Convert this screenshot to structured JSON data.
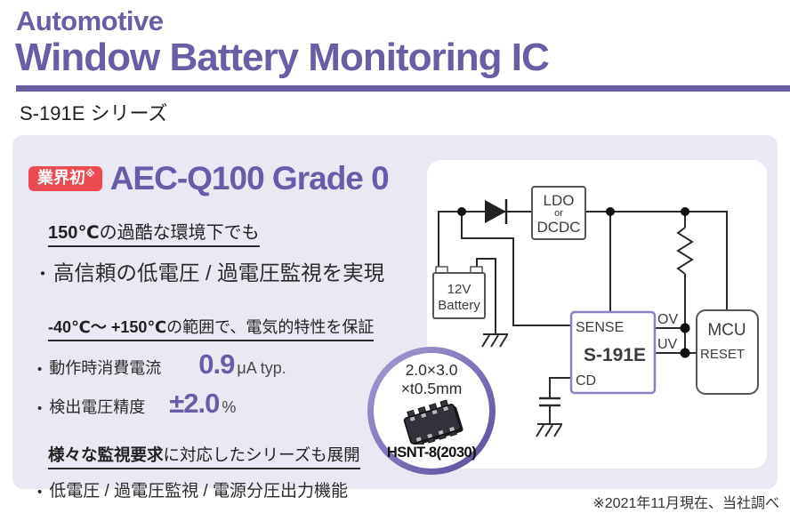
{
  "colors": {
    "accent_purple": "#6A5CA5",
    "headline_purple": "#675CA8",
    "badge_red": "#EA4A50",
    "panel_lavender": "#EAE8F3",
    "ic_border_purple": "#8B80C4"
  },
  "header": {
    "category": "Automotive",
    "title": "Window Battery Monitoring IC",
    "series": "S-191E シリーズ"
  },
  "main": {
    "badge_label": "業界初",
    "badge_sup": "※",
    "headline": "AEC-Q100 Grade 0",
    "feature1": {
      "lead_bold": "150℃",
      "lead_rest": "の過酷な環境下でも",
      "bullet": "・",
      "text": "高信頼の低電圧 / 過電圧監視を実現"
    },
    "feature2": {
      "lead_bold": "-40℃～ +150℃",
      "lead_rest": "の範囲で、電気的特性を保証",
      "specs": [
        {
          "bullet": "●",
          "label": "動作時消費電流",
          "value": "0.9",
          "unit": "μA typ."
        },
        {
          "bullet": "●",
          "label": "検出電圧精度",
          "value": "±2.0",
          "unit": "%"
        }
      ]
    },
    "feature3": {
      "lead_bold": "様々な監視要求",
      "lead_rest": "に対応したシリーズも展開",
      "bullet": "●",
      "text": "低電圧 / 過電圧監視 / 電源分圧出力機能"
    },
    "package": {
      "size_line1": "2.0×3.0",
      "size_line2": "×t0.5mm",
      "name": "HSNT-8(2030)"
    }
  },
  "diagram": {
    "battery_line1": "12V",
    "battery_line2": "Battery",
    "regulator_line1": "LDO",
    "regulator_line2": "or",
    "regulator_line3": "DCDC",
    "ic": {
      "pin_sense": "SENSE",
      "name": "S-191E",
      "pin_cd": "CD",
      "pin_ov": "OV",
      "pin_uv": "UV"
    },
    "mcu": {
      "name": "MCU",
      "pin_reset": "RESET"
    }
  },
  "footnote": "※2021年11月現在、当社調べ"
}
